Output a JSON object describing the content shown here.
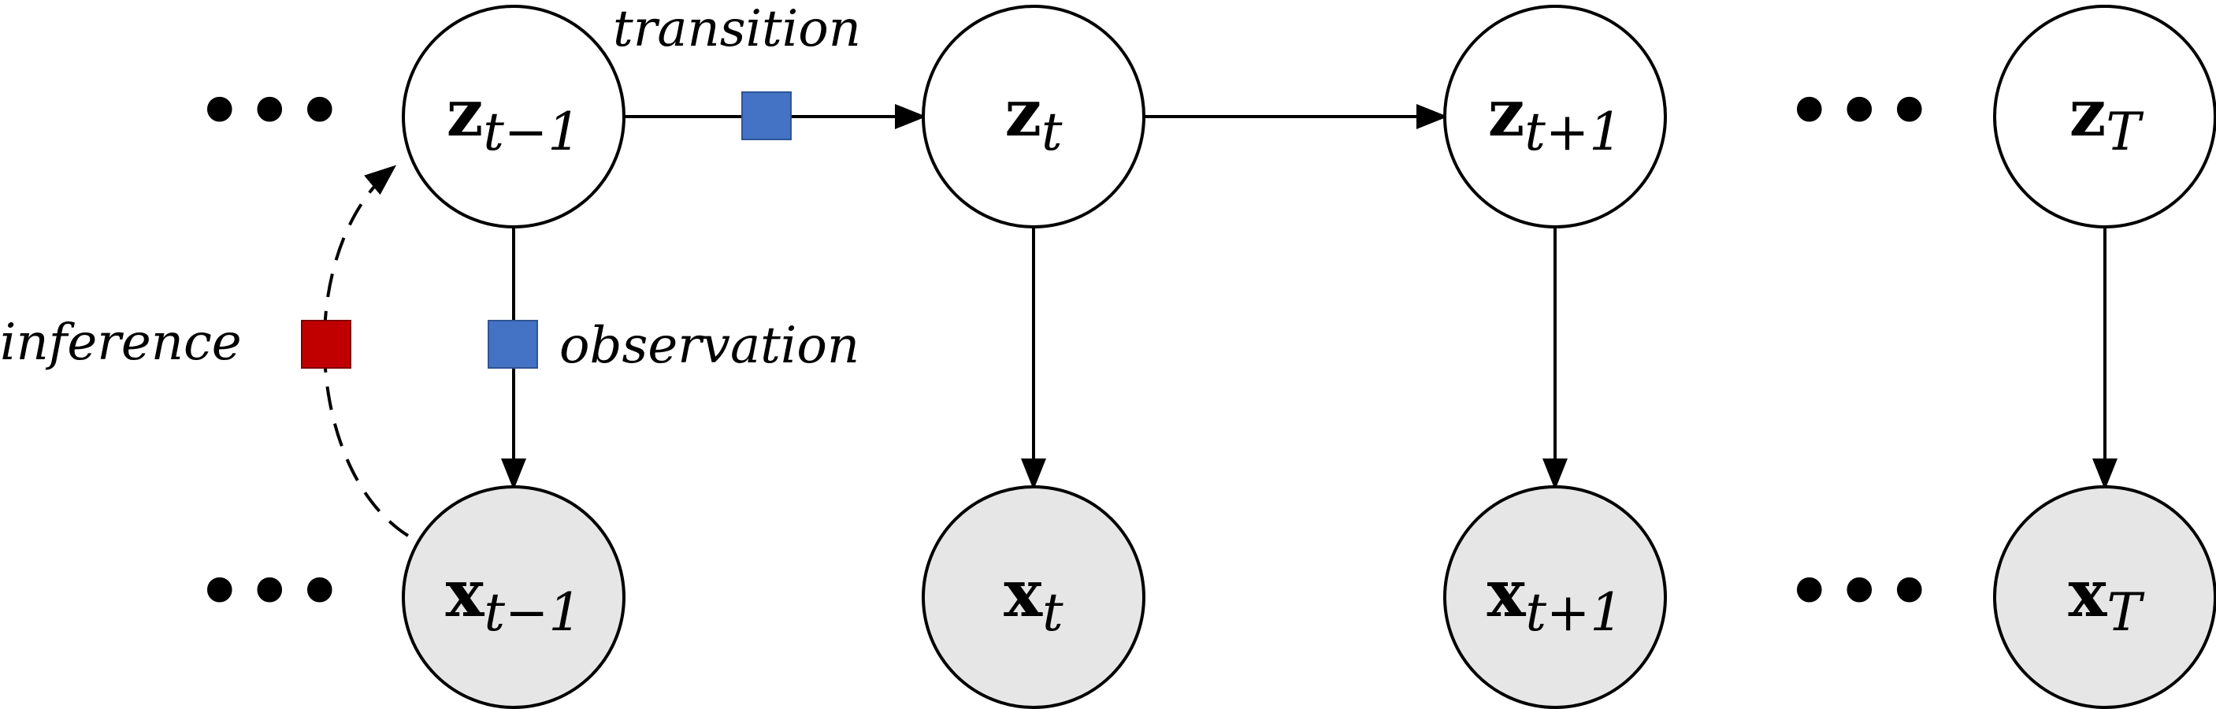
{
  "nodes": {
    "z_prev": {
      "main": "z",
      "sub": "t−1"
    },
    "z_t": {
      "main": "z",
      "sub": "t"
    },
    "z_next": {
      "main": "z",
      "sub": "t+1"
    },
    "z_T": {
      "main": "z",
      "sub": "T"
    },
    "x_prev": {
      "main": "x",
      "sub": "t−1"
    },
    "x_t": {
      "main": "x",
      "sub": "t"
    },
    "x_next": {
      "main": "x",
      "sub": "t+1"
    },
    "x_T": {
      "main": "x",
      "sub": "T"
    }
  },
  "edge_labels": {
    "transition": "transition",
    "observation": "observation",
    "inference": "inference"
  },
  "ellipsis": "•••",
  "colors": {
    "latent_fill": "#ffffff",
    "observed_fill": "#e6e6e6",
    "param_blue": "#4472c4",
    "param_red": "#c00000"
  }
}
